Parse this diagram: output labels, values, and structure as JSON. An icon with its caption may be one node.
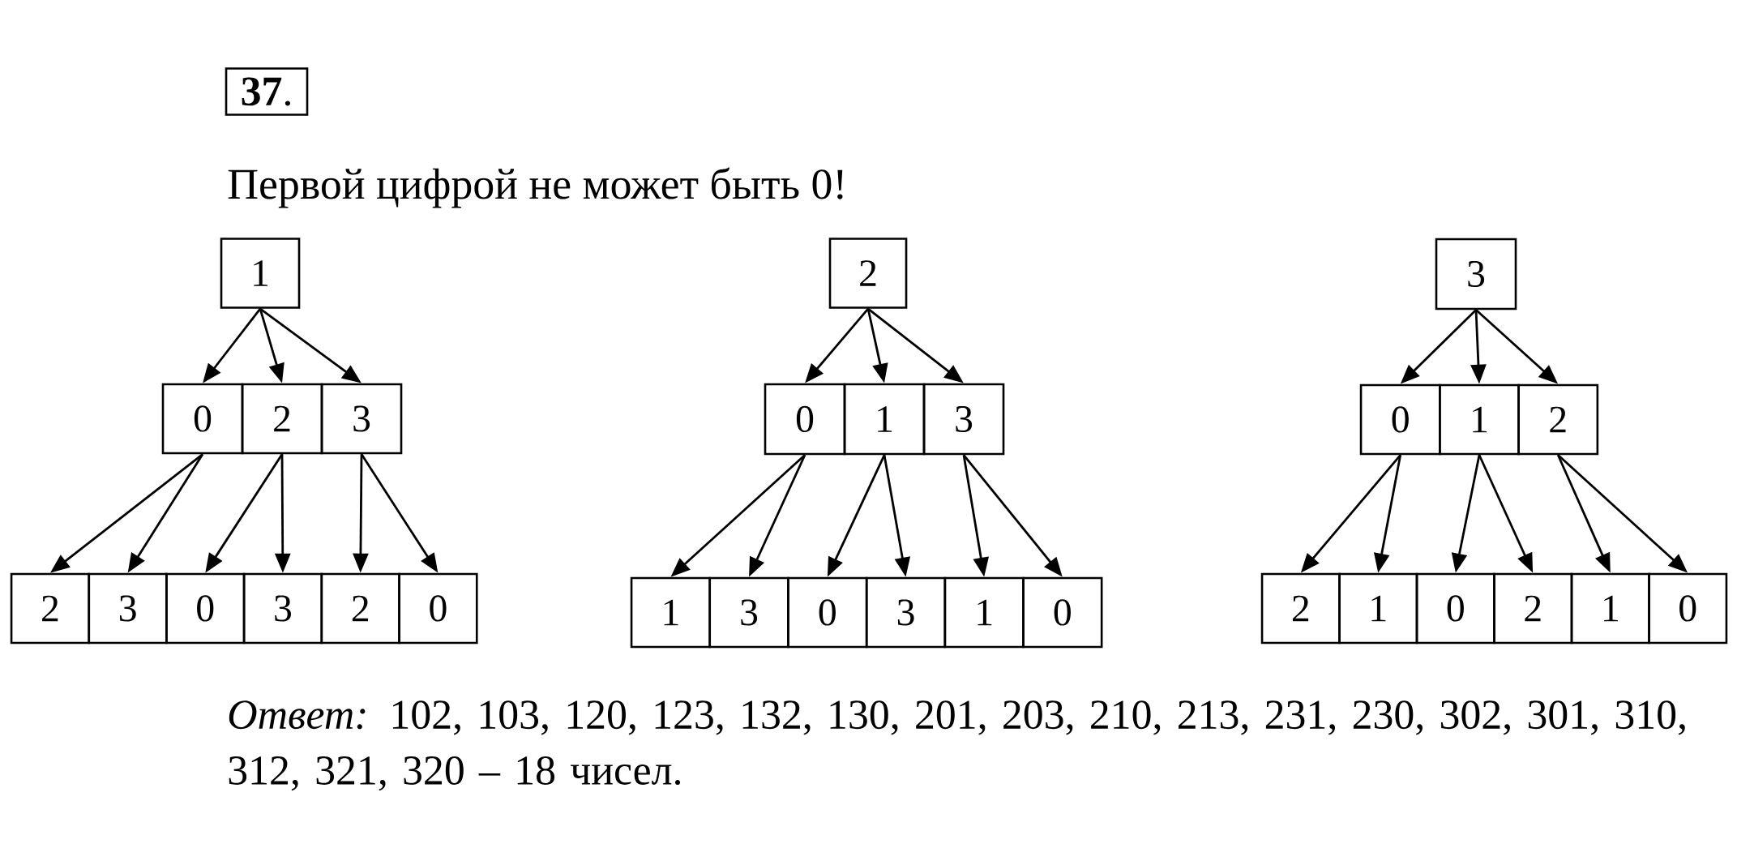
{
  "diagram": {
    "nodes": [
      {
        "text": [
          "**37**."
        ]
      },
      {
        "text": [
          "1"
        ]
      },
      {
        "text": [
          "0"
        ]
      },
      {
        "text": [
          "2"
        ]
      },
      {
        "text": [
          "3"
        ]
      },
      {
        "text": [
          "2"
        ]
      },
      {
        "text": [
          "3"
        ]
      },
      {
        "text": [
          "0"
        ]
      },
      {
        "text": [
          "3"
        ]
      },
      {
        "text": [
          "2"
        ]
      },
      {
        "text": [
          "0"
        ]
      },
      {
        "text": [
          "2"
        ]
      },
      {
        "text": [
          "0"
        ]
      },
      {
        "text": [
          "1"
        ]
      },
      {
        "text": [
          "3"
        ]
      },
      {
        "text": [
          "1"
        ]
      },
      {
        "text": [
          "3"
        ]
      },
      {
        "text": [
          "0"
        ]
      },
      {
        "text": [
          "3"
        ]
      },
      {
        "text": [
          "1"
        ]
      },
      {
        "text": [
          "0"
        ]
      },
      {
        "text": [
          "3"
        ]
      },
      {
        "text": [
          "0"
        ]
      },
      {
        "text": [
          "1"
        ]
      },
      {
        "text": [
          "2"
        ]
      },
      {
        "text": [
          "2"
        ]
      },
      {
        "text": [
          "1"
        ]
      },
      {
        "text": [
          "0"
        ]
      },
      {
        "text": [
          "2"
        ]
      },
      {
        "text": [
          "1"
        ]
      },
      {
        "text": [
          "0"
        ]
      }
    ],
    "edges": [
      {
        "from": 1,
        "to": 2,
        "arrow": "to"
      },
      {
        "from": 1,
        "to": 3,
        "arrow": "to"
      },
      {
        "from": 1,
        "to": 4,
        "arrow": "to"
      },
      {
        "from": 2,
        "to": 5,
        "arrow": "to"
      },
      {
        "from": 2,
        "to": 6,
        "arrow": "to"
      },
      {
        "from": 3,
        "to": 7,
        "arrow": "to"
      },
      {
        "from": 3,
        "to": 8,
        "arrow": "to"
      },
      {
        "from": 4,
        "to": 9,
        "arrow": "to"
      },
      {
        "from": 4,
        "to": 10,
        "arrow": "to"
      },
      {
        "from": 11,
        "to": 12,
        "arrow": "to"
      },
      {
        "from": 11,
        "to": 13,
        "arrow": "to"
      },
      {
        "from": 11,
        "to": 14,
        "arrow": "to"
      },
      {
        "from": 12,
        "to": 15,
        "arrow": "to"
      },
      {
        "from": 12,
        "to": 16,
        "arrow": "to"
      },
      {
        "from": 13,
        "to": 17,
        "arrow": "to"
      },
      {
        "from": 13,
        "to": 18,
        "arrow": "to"
      },
      {
        "from": 14,
        "to": 19,
        "arrow": "to"
      },
      {
        "from": 14,
        "to": 20,
        "arrow": "to"
      },
      {
        "from": 21,
        "to": 22,
        "arrow": "to"
      },
      {
        "from": 21,
        "to": 23,
        "arrow": "to"
      },
      {
        "from": 21,
        "to": 24,
        "arrow": "to"
      },
      {
        "from": 22,
        "to": 25,
        "arrow": "to"
      },
      {
        "from": 22,
        "to": 26,
        "arrow": "to"
      },
      {
        "from": 23,
        "to": 27,
        "arrow": "to"
      },
      {
        "from": 23,
        "to": 28,
        "arrow": "to"
      },
      {
        "from": 24,
        "to": 29,
        "arrow": "to"
      },
      {
        "from": 24,
        "to": 30,
        "arrow": "to"
      }
    ],
    "labels": [
      "Первой цифрой не может быть 0!",
      "*Ответ:* 102, 103, 120, 123, 132, 130, 201, 203, 210, 213, 231, 230, 302, 301, 310, 312, 321, 320 – 18 чисел."
    ]
  }
}
